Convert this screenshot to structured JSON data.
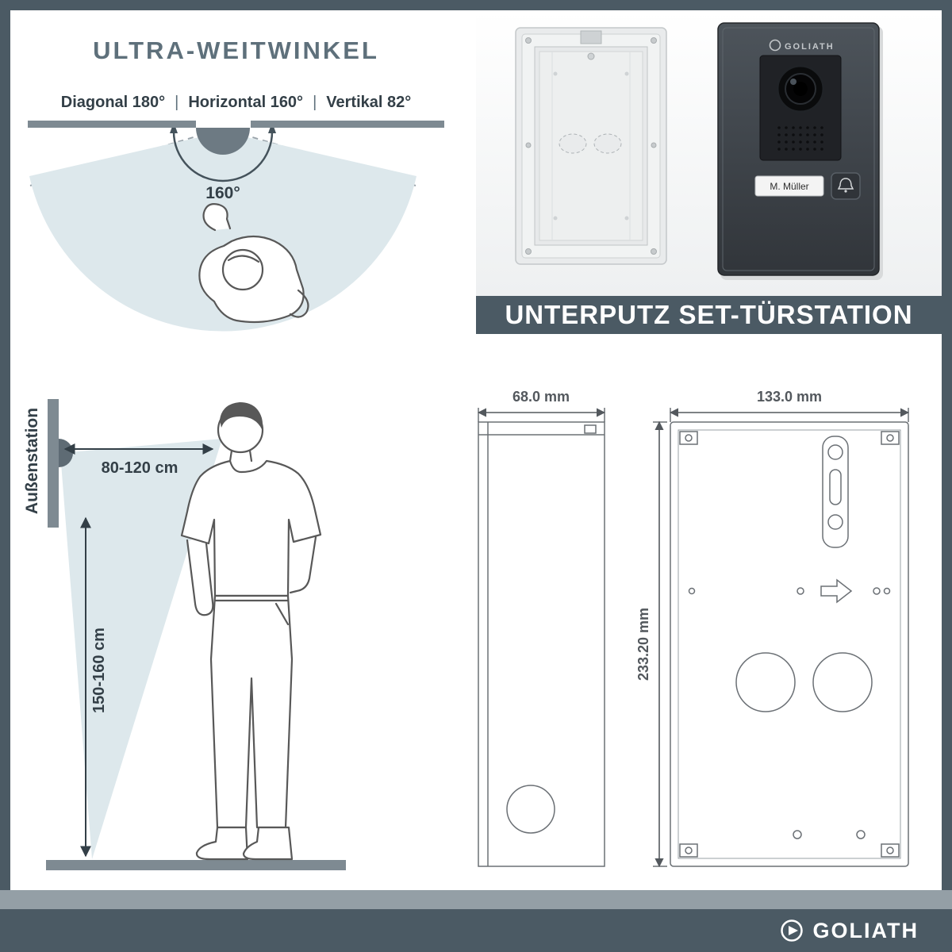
{
  "colors": {
    "slate": "#4b5a64",
    "title": "#5e707b",
    "text-dark": "#333f47",
    "cone": "#dde8ec",
    "bar": "#7e8a92",
    "strip": "#949fa6",
    "draw": "#6b7075",
    "dim": "#53585d"
  },
  "wide_angle": {
    "title": "ULTRA-WEITWINKEL",
    "spec_diagonal": "Diagonal 180°",
    "spec_horizontal": "Horizontal 160°",
    "spec_vertical": "Vertikal 82°",
    "separator": "|",
    "angle_label": "160°"
  },
  "product": {
    "banner": "UNTERPUTZ SET-TÜRSTATION",
    "brand": "GOLIATH",
    "nameplate": "M. Müller"
  },
  "mounting": {
    "station_label": "Außenstation",
    "distance_label": "80-120 cm",
    "height_label": "150-160 cm"
  },
  "dimensions": {
    "depth_label": "68.0 mm",
    "width_label": "133.0 mm",
    "height_label": "233.20 mm"
  },
  "footer": {
    "brand": "GOLIATH"
  }
}
